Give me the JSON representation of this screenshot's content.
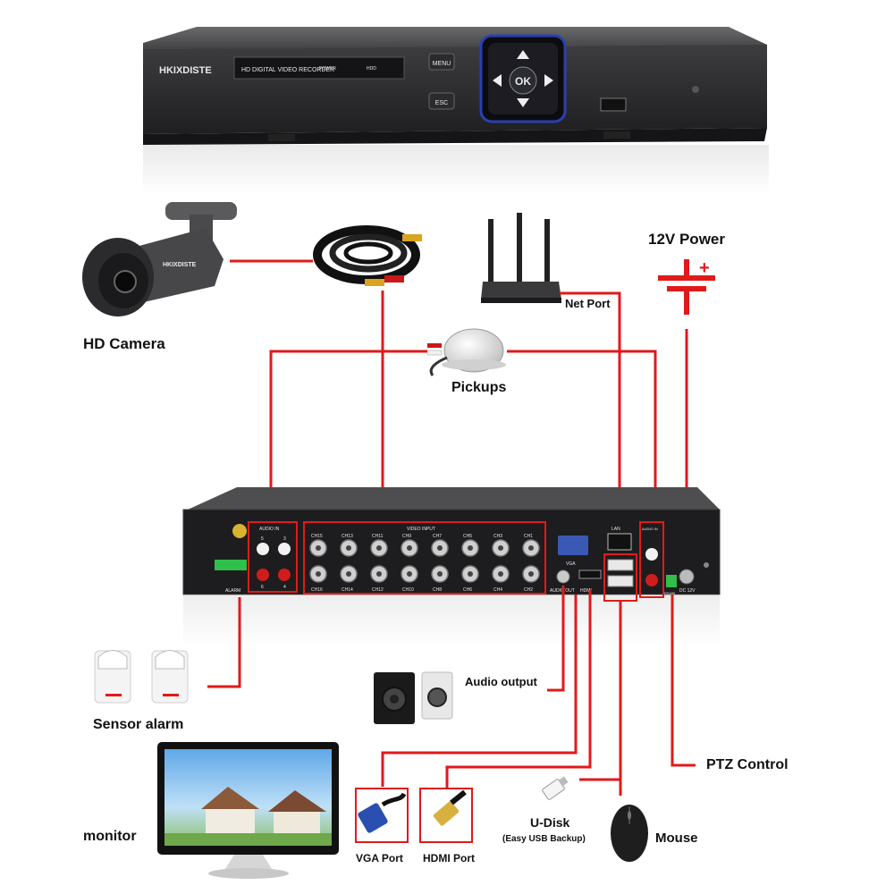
{
  "brand": "HKIXDISTE",
  "dvr_front": {
    "model_text": "HD DIGITAL VIDEO RECORDER",
    "power_text": "POWER",
    "hdd_text": "HDD",
    "menu_label": "MENU",
    "esc_label": "ESC",
    "ok_label": "OK"
  },
  "labels": {
    "hd_camera": "HD Camera",
    "power": "12V Power",
    "net_port": "Net Port",
    "pickups": "Pickups",
    "sensor_alarm": "Sensor alarm",
    "audio_output": "Audio output",
    "ptz_control": "PTZ Control",
    "monitor": "monitor",
    "vga_port": "VGA Port",
    "hdmi_port": "HDMI Port",
    "u_disk": "U-Disk",
    "u_disk_sub": "(Easy USB Backup)",
    "mouse": "Mouse"
  },
  "rear_panel": {
    "audio_in_left": "AUDIO IN",
    "audio_in_right": "AUDIO IN",
    "video_input": "VIDEO INPUT",
    "channels_top": [
      "CH15",
      "CH13",
      "CH11",
      "CH9",
      "CH7",
      "CH5",
      "CH3",
      "CH1"
    ],
    "channels_bottom": [
      "CH16",
      "CH14",
      "CH12",
      "CH10",
      "CH8",
      "CH6",
      "CH4",
      "CH2"
    ],
    "audio_left_nums": [
      "5",
      "3",
      "6",
      "4"
    ],
    "vga": "VGA",
    "lan": "LAN",
    "hdmi": "HDMI",
    "audio_out": "AUDIO OUT",
    "dc12v": "DC 12V",
    "alarm": "ALARM",
    "rs485": "RS485"
  },
  "colors": {
    "wire": "#e01a1a",
    "dvr_body": "#3a3a3c",
    "panel": "#1d1d1f",
    "ok_pad_ring": "#2a3fb0"
  }
}
